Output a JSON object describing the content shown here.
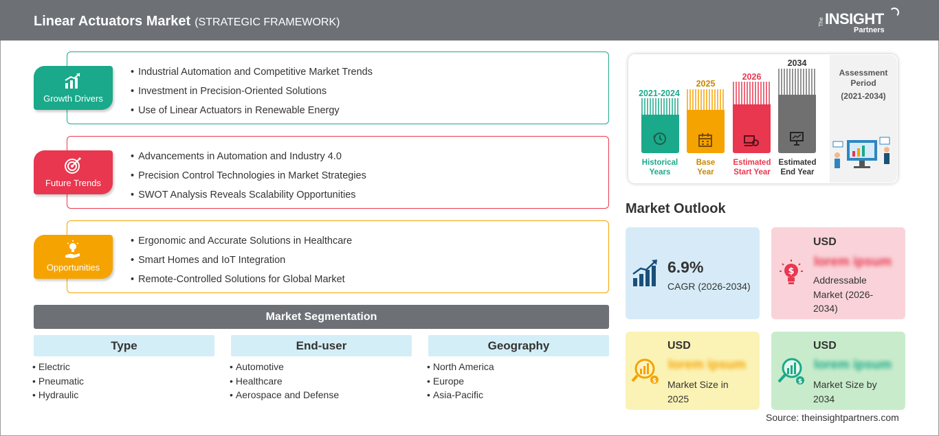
{
  "header": {
    "title": "Linear Actuators Market",
    "subtitle": "(STRATEGIC FRAMEWORK)",
    "logo": {
      "the": "The",
      "insight": "INSIGHT",
      "partners": "Partners"
    }
  },
  "framework": [
    {
      "label": "Growth Drivers",
      "color": "#1aa98a",
      "icon": "bar-growth-icon",
      "items": [
        "Industrial Automation and Competitive Market Trends",
        "Investment in Precision-Oriented Solutions",
        "Use of Linear Actuators in Renewable Energy"
      ]
    },
    {
      "label": "Future Trends",
      "color": "#e8374f",
      "icon": "target-icon",
      "items": [
        "Advancements in Automation and Industry 4.0",
        "Precision Control Technologies in Market Strategies",
        "SWOT Analysis Reveals Scalability Opportunities"
      ]
    },
    {
      "label": "Opportunities",
      "color": "#f5a300",
      "icon": "lightbulb-hand-icon",
      "items": [
        "Ergonomic and Accurate Solutions in Healthcare",
        "Smart Homes and IoT Integration",
        "Remote-Controlled Solutions for Global Market"
      ]
    }
  ],
  "segmentation": {
    "title": "Market Segmentation",
    "columns": [
      {
        "head": "Type",
        "items": [
          "Electric",
          "Pneumatic",
          "Hydraulic"
        ]
      },
      {
        "head": "End-user",
        "items": [
          "Automotive",
          "Healthcare",
          "Aerospace and Defense"
        ]
      },
      {
        "head": "Geography",
        "items": [
          "North America",
          "Europe",
          "Asia-Pacific"
        ]
      }
    ]
  },
  "timeline": {
    "bars": [
      {
        "year": "2021-2024",
        "label1": "Historical",
        "label2": "Years",
        "color": "#1aa98a",
        "icon": "history-icon"
      },
      {
        "year": "2025",
        "label1": "Base",
        "label2": "Year",
        "color": "#f5a300",
        "icon": "calendar-icon"
      },
      {
        "year": "2026",
        "label1": "Estimated",
        "label2": "Start Year",
        "color": "#e8374f",
        "icon": "start-icon"
      },
      {
        "year": "2034",
        "label1": "Estimated",
        "label2": "End Year",
        "color": "#707070",
        "icon": "presentation-icon"
      }
    ],
    "assessment": {
      "line1": "Assessment",
      "line2": "Period",
      "period": "(2021-2034)"
    }
  },
  "outlook": {
    "title": "Market Outlook",
    "cagr": {
      "value": "6.9%",
      "label": "CAGR (2026-2034)",
      "bg": "#d6ebf7"
    },
    "addressable": {
      "usd": "USD",
      "value": "lorem ipsum",
      "line1": "Addressable",
      "line2": "Market (2026-",
      "line3": "2034)",
      "bg": "#f9d3d9"
    },
    "size2025": {
      "usd": "USD",
      "value": "lorem ipsum",
      "line1": "Market Size in",
      "line2": "2025",
      "bg": "#fbf3b5"
    },
    "size2034": {
      "usd": "USD",
      "value": "lorem ipsum",
      "line1": "Market Size by",
      "line2": "2034",
      "bg": "#c8eccb"
    }
  },
  "source": "Source: theinsightpartners.com"
}
